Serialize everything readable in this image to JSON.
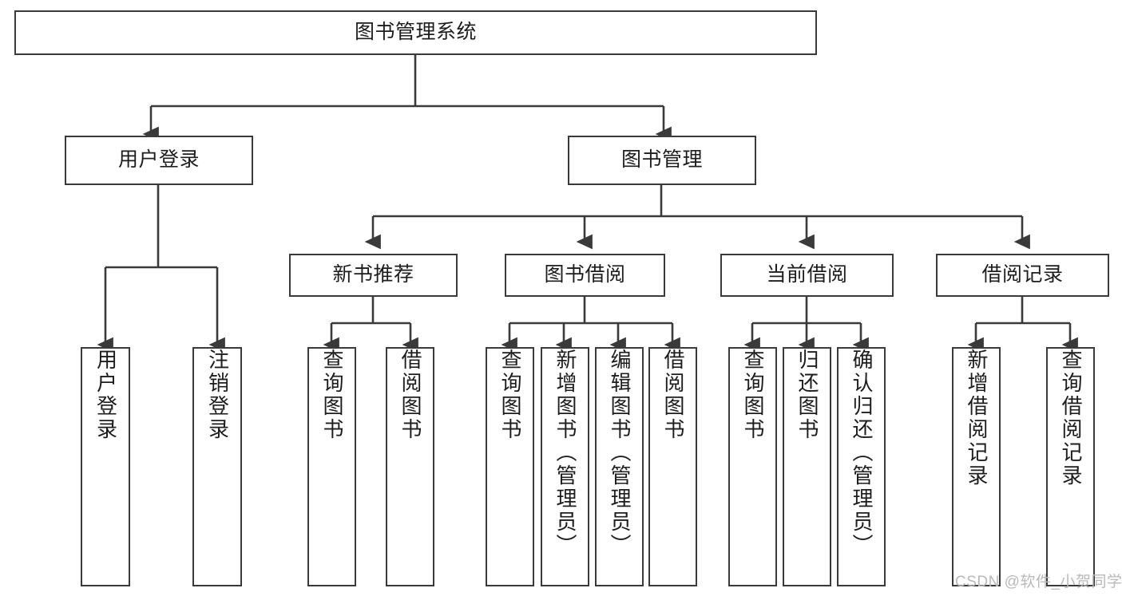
{
  "diagram": {
    "type": "tree-hierarchy-diagram",
    "title": "图书管理系统",
    "watermark": "CSDN @软件_小贺同学",
    "colors": {
      "stroke": "#3a3a3a",
      "background": "#ffffff",
      "text": "#1d1d1d",
      "watermark": "#b9b9b9"
    },
    "levels": {
      "root": {
        "label": "图书管理系统"
      },
      "level2": [
        {
          "label": "用户登录"
        },
        {
          "label": "图书管理"
        }
      ],
      "level3": [
        {
          "label": "新书推荐"
        },
        {
          "label": "图书借阅"
        },
        {
          "label": "当前借阅"
        },
        {
          "label": "借阅记录"
        }
      ]
    },
    "leaves": {
      "user_login": [
        {
          "label": "用户登录"
        },
        {
          "label": "注销登录"
        }
      ],
      "new_book_recommend": [
        {
          "label": "查询图书"
        },
        {
          "label": "借阅图书"
        }
      ],
      "book_borrow": [
        {
          "label": "查询图书"
        },
        {
          "label": "新增图书（管理员）"
        },
        {
          "label": "编辑图书（管理员）"
        },
        {
          "label": "借阅图书"
        }
      ],
      "current_borrow": [
        {
          "label": "查询图书"
        },
        {
          "label": "归还图书"
        },
        {
          "label": "确认归还（管理员）"
        }
      ],
      "borrow_record": [
        {
          "label": "新增借阅记录"
        },
        {
          "label": "查询借阅记录"
        }
      ]
    }
  }
}
